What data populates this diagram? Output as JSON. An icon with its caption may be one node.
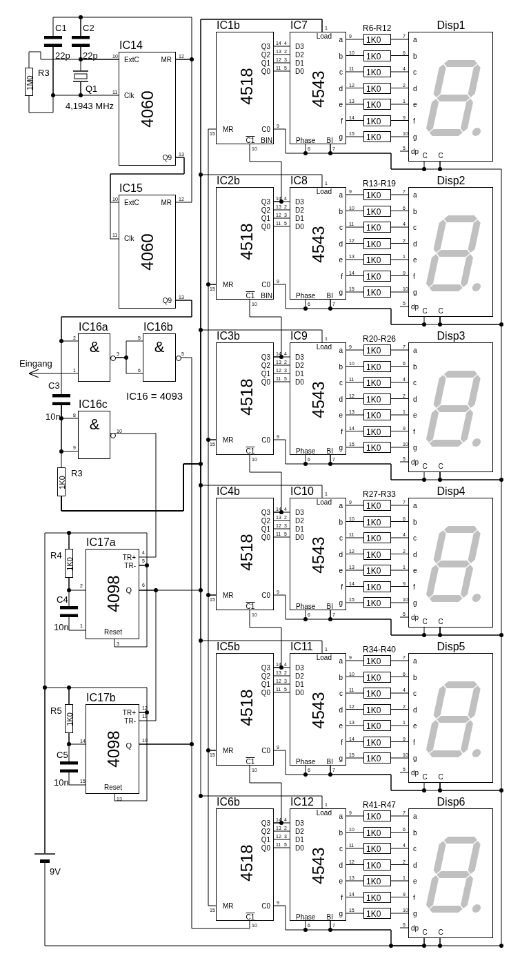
{
  "diagram": {
    "nodes": [
      {
        "text": [],
        "shape": "capacitor",
        "beside": [
          "C1",
          "22p"
        ]
      },
      {
        "text": [],
        "shape": "capacitor",
        "beside": [
          "C2",
          "22p"
        ]
      },
      {
        "text": [
          "1M0"
        ],
        "beside": [
          "R3"
        ]
      },
      {
        "text": [],
        "shape": "crystal",
        "beside": [
          "Q1",
          "4,1943 MHz"
        ]
      },
      {
        "text": [
          "IC14",
          "4060",
          "ExtC",
          "Clk",
          "MR",
          "Q9"
        ],
        "beside": [
          "10",
          "11",
          "12",
          "13"
        ]
      },
      {
        "text": [
          "IC15",
          "4060",
          "ExtC",
          "Clk",
          "MR",
          "Q9"
        ],
        "beside": [
          "10",
          "11",
          "12",
          "13"
        ]
      },
      {
        "text": [
          "IC16a",
          "&"
        ],
        "beside": [
          "2",
          "1",
          "3"
        ]
      },
      {
        "text": [
          "IC16b",
          "&"
        ],
        "beside": [
          "5",
          "6",
          "5"
        ]
      },
      {
        "text": [
          "Eingang"
        ]
      },
      {
        "text": [],
        "shape": "capacitor",
        "beside": [
          "C3",
          "10n"
        ]
      },
      {
        "text": [
          "IC16c",
          "&"
        ],
        "beside": [
          "8",
          "9",
          "10"
        ]
      },
      {
        "text": [
          "1K0"
        ],
        "beside": [
          "R3"
        ]
      },
      {
        "text": [
          "1K0"
        ],
        "beside": [
          "R4"
        ]
      },
      {
        "text": [
          "IC17a",
          "4098",
          "TR+",
          "TR-",
          "Q",
          "Reset"
        ],
        "beside": [
          "4",
          "5",
          "6",
          "2",
          "1",
          "3"
        ]
      },
      {
        "text": [],
        "shape": "capacitor",
        "beside": [
          "C4",
          "10n"
        ]
      },
      {
        "text": [
          "1K0"
        ],
        "beside": [
          "R5"
        ]
      },
      {
        "text": [
          "IC17b",
          "4098",
          "TR+",
          "TR-",
          "Q",
          "Reset"
        ],
        "beside": [
          "12",
          "11",
          "10",
          "14",
          "15",
          "13"
        ]
      },
      {
        "text": [],
        "shape": "capacitor",
        "beside": [
          "C5",
          "10n"
        ]
      },
      {
        "text": [],
        "shape": "battery",
        "beside": [
          "9V"
        ]
      },
      {
        "text": [
          "IC1b",
          "4518",
          "Q3",
          "Q2",
          "Q1",
          "Q0",
          "MR",
          "C0",
          "C1",
          "BIN"
        ],
        "beside": [
          "14",
          "13",
          "12",
          "11",
          "15",
          "9",
          "10"
        ]
      },
      {
        "text": [
          "IC7",
          "4543",
          "Load",
          "D3",
          "D2",
          "D1",
          "D0",
          "Phase",
          "BI",
          "a",
          "b",
          "c",
          "d",
          "e",
          "f",
          "g"
        ],
        "beside": [
          "1",
          "4",
          "2",
          "3",
          "5",
          "6",
          "7",
          "9",
          "10",
          "11",
          "12",
          "13",
          "14",
          "15"
        ]
      },
      {
        "text": [
          "1K0"
        ],
        "beside": [
          "R6-R12"
        ]
      },
      {
        "text": [
          "1K0"
        ]
      },
      {
        "text": [
          "1K0"
        ]
      },
      {
        "text": [
          "1K0"
        ]
      },
      {
        "text": [
          "1K0"
        ]
      },
      {
        "text": [
          "1K0"
        ]
      },
      {
        "text": [
          "1K0"
        ]
      },
      {
        "text": [
          "Disp1",
          "a",
          "b",
          "c",
          "d",
          "e",
          "f",
          "g",
          "dp",
          "C",
          "C"
        ],
        "beside": [
          "7",
          "6",
          "4",
          "2",
          "1",
          "9",
          "10",
          "5"
        ]
      },
      {
        "text": [
          "IC2b",
          "4518",
          "Q3",
          "Q2",
          "Q1",
          "Q0",
          "MR",
          "C0",
          "C1",
          "BIN"
        ],
        "beside": [
          "14",
          "13",
          "12",
          "11",
          "15",
          "9",
          "10"
        ]
      },
      {
        "text": [
          "IC8",
          "4543",
          "Load",
          "D3",
          "D2",
          "D1",
          "D0",
          "Phase",
          "BI",
          "a",
          "b",
          "c",
          "d",
          "e",
          "f",
          "g"
        ],
        "beside": [
          "1",
          "4",
          "2",
          "3",
          "5",
          "6",
          "7",
          "9",
          "10",
          "11",
          "12",
          "13",
          "14",
          "15"
        ]
      },
      {
        "text": [
          "1K0"
        ],
        "beside": [
          "R13-R19"
        ]
      },
      {
        "text": [
          "1K0"
        ]
      },
      {
        "text": [
          "1K0"
        ]
      },
      {
        "text": [
          "1K0"
        ]
      },
      {
        "text": [
          "1K0"
        ]
      },
      {
        "text": [
          "1K0"
        ]
      },
      {
        "text": [
          "1K0"
        ]
      },
      {
        "text": [
          "Disp2",
          "a",
          "b",
          "c",
          "d",
          "e",
          "f",
          "g",
          "dp",
          "C",
          "C"
        ],
        "beside": [
          "7",
          "6",
          "4",
          "2",
          "1",
          "9",
          "10",
          "5"
        ]
      },
      {
        "text": [
          "IC3b",
          "4518",
          "Q3",
          "Q2",
          "Q1",
          "Q0",
          "MR",
          "C0",
          "C1"
        ],
        "beside": [
          "14",
          "13",
          "12",
          "11",
          "15",
          "9",
          "10"
        ]
      },
      {
        "text": [
          "IC9",
          "4543",
          "Load",
          "D3",
          "D2",
          "D1",
          "D0",
          "Phase",
          "BI",
          "a",
          "b",
          "c",
          "d",
          "e",
          "f",
          "g"
        ],
        "beside": [
          "1",
          "4",
          "2",
          "3",
          "5",
          "6",
          "7",
          "9",
          "10",
          "11",
          "12",
          "13",
          "14",
          "15"
        ]
      },
      {
        "text": [
          "1K0"
        ],
        "beside": [
          "R20-R26"
        ]
      },
      {
        "text": [
          "1K0"
        ]
      },
      {
        "text": [
          "1K0"
        ]
      },
      {
        "text": [
          "1K0"
        ]
      },
      {
        "text": [
          "1K0"
        ]
      },
      {
        "text": [
          "1K0"
        ]
      },
      {
        "text": [
          "1K0"
        ]
      },
      {
        "text": [
          "Disp3",
          "a",
          "b",
          "c",
          "d",
          "e",
          "f",
          "g",
          "dp",
          "C",
          "C"
        ],
        "beside": [
          "7",
          "6",
          "4",
          "2",
          "1",
          "9",
          "10",
          "5"
        ]
      },
      {
        "text": [
          "IC4b",
          "4518",
          "Q3",
          "Q2",
          "Q1",
          "Q0",
          "MR",
          "C0",
          "C1"
        ],
        "beside": [
          "14",
          "13",
          "12",
          "11",
          "15",
          "9",
          "10"
        ]
      },
      {
        "text": [
          "IC10",
          "4543",
          "Load",
          "D3",
          "D2",
          "D1",
          "D0",
          "Phase",
          "BI",
          "a",
          "b",
          "c",
          "d",
          "e",
          "f",
          "g"
        ],
        "beside": [
          "1",
          "4",
          "2",
          "3",
          "5",
          "6",
          "7",
          "9",
          "10",
          "11",
          "12",
          "13",
          "14",
          "15"
        ]
      },
      {
        "text": [
          "1K0"
        ],
        "beside": [
          "R27-R33"
        ]
      },
      {
        "text": [
          "1K0"
        ]
      },
      {
        "text": [
          "1K0"
        ]
      },
      {
        "text": [
          "1K0"
        ]
      },
      {
        "text": [
          "1K0"
        ]
      },
      {
        "text": [
          "1K0"
        ]
      },
      {
        "text": [
          "1K0"
        ]
      },
      {
        "text": [
          "Disp4",
          "a",
          "b",
          "c",
          "d",
          "e",
          "f",
          "g",
          "dp",
          "C",
          "C"
        ],
        "beside": [
          "7",
          "6",
          "4",
          "2",
          "1",
          "9",
          "10",
          "5"
        ]
      },
      {
        "text": [
          "IC5b",
          "4518",
          "Q3",
          "Q2",
          "Q1",
          "Q0",
          "MR",
          "C0",
          "C1"
        ],
        "beside": [
          "14",
          "13",
          "12",
          "11",
          "15",
          "9",
          "10"
        ]
      },
      {
        "text": [
          "IC11",
          "4543",
          "Load",
          "D3",
          "D2",
          "D1",
          "D0",
          "Phase",
          "BI",
          "a",
          "b",
          "c",
          "d",
          "e",
          "f",
          "g"
        ],
        "beside": [
          "1",
          "4",
          "2",
          "3",
          "5",
          "6",
          "7",
          "9",
          "10",
          "11",
          "12",
          "13",
          "14",
          "15"
        ]
      },
      {
        "text": [
          "1K0"
        ],
        "beside": [
          "R34-R40"
        ]
      },
      {
        "text": [
          "1K0"
        ]
      },
      {
        "text": [
          "1K0"
        ]
      },
      {
        "text": [
          "1K0"
        ]
      },
      {
        "text": [
          "1K0"
        ]
      },
      {
        "text": [
          "1K0"
        ]
      },
      {
        "text": [
          "1K0"
        ]
      },
      {
        "text": [
          "Disp5",
          "a",
          "b",
          "c",
          "d",
          "e",
          "f",
          "g",
          "dp",
          "C",
          "C"
        ],
        "beside": [
          "7",
          "6",
          "4",
          "2",
          "1",
          "9",
          "10",
          "5"
        ]
      },
      {
        "text": [
          "IC6b",
          "4518",
          "Q3",
          "Q2",
          "Q1",
          "Q0",
          "MR",
          "C0",
          "C1"
        ],
        "beside": [
          "14",
          "13",
          "12",
          "11",
          "15",
          "9",
          "10"
        ]
      },
      {
        "text": [
          "IC12",
          "4543",
          "Load",
          "D3",
          "D2",
          "D1",
          "D0",
          "Phase",
          "BI",
          "a",
          "b",
          "c",
          "d",
          "e",
          "f",
          "g"
        ],
        "beside": [
          "1",
          "4",
          "2",
          "3",
          "5",
          "6",
          "7",
          "9",
          "10",
          "11",
          "12",
          "13",
          "14",
          "15"
        ]
      },
      {
        "text": [
          "1K0"
        ],
        "beside": [
          "R41-R47"
        ]
      },
      {
        "text": [
          "1K0"
        ]
      },
      {
        "text": [
          "1K0"
        ]
      },
      {
        "text": [
          "1K0"
        ]
      },
      {
        "text": [
          "1K0"
        ]
      },
      {
        "text": [
          "1K0"
        ]
      },
      {
        "text": [
          "1K0"
        ]
      },
      {
        "text": [
          "Disp6",
          "a",
          "b",
          "c",
          "d",
          "e",
          "f",
          "g",
          "dp",
          "C",
          "C"
        ],
        "beside": [
          "7",
          "6",
          "4",
          "2",
          "1",
          "9",
          "10",
          "5"
        ]
      }
    ],
    "edges": [
      {
        "from": 0,
        "to": 1,
        "arrow": "none"
      },
      {
        "from": 1,
        "to": 3,
        "arrow": "none"
      },
      {
        "from": 1,
        "to": 4,
        "arrow": "none"
      },
      {
        "from": 2,
        "to": 4,
        "arrow": "none"
      },
      {
        "from": 0,
        "to": 3,
        "arrow": "none"
      },
      {
        "from": 3,
        "to": 4,
        "arrow": "none"
      },
      {
        "from": 2,
        "to": 0,
        "arrow": "none"
      },
      {
        "from": 1,
        "to": 4,
        "arrow": "none"
      },
      {
        "from": 4,
        "to": 5,
        "arrow": "none"
      },
      {
        "from": 4,
        "to": 5,
        "arrow": "none"
      },
      {
        "from": 4,
        "to": 5,
        "arrow": "none"
      },
      {
        "from": 5,
        "to": 6,
        "arrow": "none"
      },
      {
        "from": 5,
        "to": 9,
        "arrow": "none"
      },
      {
        "from": 6,
        "to": 7,
        "arrow": "none"
      },
      {
        "from": 6,
        "to": 7,
        "arrow": "none"
      },
      {
        "from": 6,
        "to": 8,
        "arrow": "to"
      },
      {
        "from": 9,
        "to": 10,
        "arrow": "none"
      },
      {
        "from": 9,
        "to": 10,
        "arrow": "none"
      },
      {
        "from": 9,
        "to": 11,
        "arrow": "none"
      },
      {
        "from": 10,
        "to": 13,
        "arrow": "none"
      },
      {
        "from": 7,
        "to": 16,
        "arrow": "none"
      },
      {
        "from": 12,
        "to": 13,
        "arrow": "none"
      },
      {
        "from": 12,
        "to": 14,
        "arrow": "none"
      },
      {
        "from": 14,
        "to": 13,
        "arrow": "none"
      },
      {
        "from": 13,
        "to": 16,
        "arrow": "none"
      },
      {
        "from": 15,
        "to": 16,
        "arrow": "none"
      },
      {
        "from": 15,
        "to": 17,
        "arrow": "none"
      },
      {
        "from": 17,
        "to": 16,
        "arrow": "none"
      },
      {
        "from": 18,
        "to": 12,
        "arrow": "none"
      },
      {
        "from": 18,
        "to": 15,
        "arrow": "none"
      },
      {
        "from": 16,
        "to": 69,
        "arrow": "none"
      },
      {
        "from": 19,
        "to": 20,
        "arrow": "none"
      },
      {
        "from": 19,
        "to": 20,
        "arrow": "none"
      },
      {
        "from": 19,
        "to": 20,
        "arrow": "none"
      },
      {
        "from": 19,
        "to": 20,
        "arrow": "none"
      },
      {
        "from": 20,
        "to": 21,
        "arrow": "none"
      },
      {
        "from": 20,
        "to": 22,
        "arrow": "none"
      },
      {
        "from": 20,
        "to": 23,
        "arrow": "none"
      },
      {
        "from": 20,
        "to": 24,
        "arrow": "none"
      },
      {
        "from": 20,
        "to": 25,
        "arrow": "none"
      },
      {
        "from": 20,
        "to": 26,
        "arrow": "none"
      },
      {
        "from": 20,
        "to": 27,
        "arrow": "none"
      },
      {
        "from": 21,
        "to": 28,
        "arrow": "none"
      },
      {
        "from": 22,
        "to": 28,
        "arrow": "none"
      },
      {
        "from": 23,
        "to": 28,
        "arrow": "none"
      },
      {
        "from": 24,
        "to": 28,
        "arrow": "none"
      },
      {
        "from": 25,
        "to": 28,
        "arrow": "none"
      },
      {
        "from": 26,
        "to": 28,
        "arrow": "none"
      },
      {
        "from": 27,
        "to": 28,
        "arrow": "none"
      },
      {
        "from": 19,
        "to": 20,
        "arrow": "none"
      },
      {
        "from": 20,
        "to": 28,
        "arrow": "none"
      },
      {
        "from": 29,
        "to": 30,
        "arrow": "none"
      },
      {
        "from": 29,
        "to": 30,
        "arrow": "none"
      },
      {
        "from": 29,
        "to": 30,
        "arrow": "none"
      },
      {
        "from": 29,
        "to": 30,
        "arrow": "none"
      },
      {
        "from": 30,
        "to": 31,
        "arrow": "none"
      },
      {
        "from": 30,
        "to": 32,
        "arrow": "none"
      },
      {
        "from": 30,
        "to": 33,
        "arrow": "none"
      },
      {
        "from": 30,
        "to": 34,
        "arrow": "none"
      },
      {
        "from": 30,
        "to": 35,
        "arrow": "none"
      },
      {
        "from": 30,
        "to": 36,
        "arrow": "none"
      },
      {
        "from": 30,
        "to": 37,
        "arrow": "none"
      },
      {
        "from": 31,
        "to": 38,
        "arrow": "none"
      },
      {
        "from": 32,
        "to": 38,
        "arrow": "none"
      },
      {
        "from": 33,
        "to": 38,
        "arrow": "none"
      },
      {
        "from": 34,
        "to": 38,
        "arrow": "none"
      },
      {
        "from": 35,
        "to": 38,
        "arrow": "none"
      },
      {
        "from": 36,
        "to": 38,
        "arrow": "none"
      },
      {
        "from": 37,
        "to": 38,
        "arrow": "none"
      },
      {
        "from": 29,
        "to": 30,
        "arrow": "none"
      },
      {
        "from": 30,
        "to": 38,
        "arrow": "none"
      },
      {
        "from": 39,
        "to": 40,
        "arrow": "none"
      },
      {
        "from": 39,
        "to": 40,
        "arrow": "none"
      },
      {
        "from": 39,
        "to": 40,
        "arrow": "none"
      },
      {
        "from": 39,
        "to": 40,
        "arrow": "none"
      },
      {
        "from": 40,
        "to": 41,
        "arrow": "none"
      },
      {
        "from": 40,
        "to": 42,
        "arrow": "none"
      },
      {
        "from": 40,
        "to": 43,
        "arrow": "none"
      },
      {
        "from": 40,
        "to": 44,
        "arrow": "none"
      },
      {
        "from": 40,
        "to": 45,
        "arrow": "none"
      },
      {
        "from": 40,
        "to": 46,
        "arrow": "none"
      },
      {
        "from": 40,
        "to": 47,
        "arrow": "none"
      },
      {
        "from": 41,
        "to": 48,
        "arrow": "none"
      },
      {
        "from": 42,
        "to": 48,
        "arrow": "none"
      },
      {
        "from": 43,
        "to": 48,
        "arrow": "none"
      },
      {
        "from": 44,
        "to": 48,
        "arrow": "none"
      },
      {
        "from": 45,
        "to": 48,
        "arrow": "none"
      },
      {
        "from": 46,
        "to": 48,
        "arrow": "none"
      },
      {
        "from": 47,
        "to": 48,
        "arrow": "none"
      },
      {
        "from": 39,
        "to": 40,
        "arrow": "none"
      },
      {
        "from": 40,
        "to": 48,
        "arrow": "none"
      },
      {
        "from": 49,
        "to": 50,
        "arrow": "none"
      },
      {
        "from": 49,
        "to": 50,
        "arrow": "none"
      },
      {
        "from": 49,
        "to": 50,
        "arrow": "none"
      },
      {
        "from": 49,
        "to": 50,
        "arrow": "none"
      },
      {
        "from": 50,
        "to": 51,
        "arrow": "none"
      },
      {
        "from": 50,
        "to": 52,
        "arrow": "none"
      },
      {
        "from": 50,
        "to": 53,
        "arrow": "none"
      },
      {
        "from": 50,
        "to": 54,
        "arrow": "none"
      },
      {
        "from": 50,
        "to": 55,
        "arrow": "none"
      },
      {
        "from": 50,
        "to": 56,
        "arrow": "none"
      },
      {
        "from": 50,
        "to": 57,
        "arrow": "none"
      },
      {
        "from": 51,
        "to": 58,
        "arrow": "none"
      },
      {
        "from": 52,
        "to": 58,
        "arrow": "none"
      },
      {
        "from": 53,
        "to": 58,
        "arrow": "none"
      },
      {
        "from": 54,
        "to": 58,
        "arrow": "none"
      },
      {
        "from": 55,
        "to": 58,
        "arrow": "none"
      },
      {
        "from": 56,
        "to": 58,
        "arrow": "none"
      },
      {
        "from": 57,
        "to": 58,
        "arrow": "none"
      },
      {
        "from": 49,
        "to": 50,
        "arrow": "none"
      },
      {
        "from": 50,
        "to": 58,
        "arrow": "none"
      },
      {
        "from": 59,
        "to": 60,
        "arrow": "none"
      },
      {
        "from": 59,
        "to": 60,
        "arrow": "none"
      },
      {
        "from": 59,
        "to": 60,
        "arrow": "none"
      },
      {
        "from": 59,
        "to": 60,
        "arrow": "none"
      },
      {
        "from": 60,
        "to": 61,
        "arrow": "none"
      },
      {
        "from": 60,
        "to": 62,
        "arrow": "none"
      },
      {
        "from": 60,
        "to": 63,
        "arrow": "none"
      },
      {
        "from": 60,
        "to": 64,
        "arrow": "none"
      },
      {
        "from": 60,
        "to": 65,
        "arrow": "none"
      },
      {
        "from": 60,
        "to": 66,
        "arrow": "none"
      },
      {
        "from": 60,
        "to": 67,
        "arrow": "none"
      },
      {
        "from": 61,
        "to": 68,
        "arrow": "none"
      },
      {
        "from": 62,
        "to": 68,
        "arrow": "none"
      },
      {
        "from": 63,
        "to": 68,
        "arrow": "none"
      },
      {
        "from": 64,
        "to": 68,
        "arrow": "none"
      },
      {
        "from": 65,
        "to": 68,
        "arrow": "none"
      },
      {
        "from": 66,
        "to": 68,
        "arrow": "none"
      },
      {
        "from": 67,
        "to": 68,
        "arrow": "none"
      },
      {
        "from": 59,
        "to": 60,
        "arrow": "none"
      },
      {
        "from": 60,
        "to": 68,
        "arrow": "none"
      },
      {
        "from": 69,
        "to": 70,
        "arrow": "none"
      },
      {
        "from": 69,
        "to": 70,
        "arrow": "none"
      },
      {
        "from": 69,
        "to": 70,
        "arrow": "none"
      },
      {
        "from": 69,
        "to": 70,
        "arrow": "none"
      },
      {
        "from": 70,
        "to": 71,
        "arrow": "none"
      },
      {
        "from": 70,
        "to": 72,
        "arrow": "none"
      },
      {
        "from": 70,
        "to": 73,
        "arrow": "none"
      },
      {
        "from": 70,
        "to": 74,
        "arrow": "none"
      },
      {
        "from": 70,
        "to": 75,
        "arrow": "none"
      },
      {
        "from": 70,
        "to": 76,
        "arrow": "none"
      },
      {
        "from": 70,
        "to": 77,
        "arrow": "none"
      },
      {
        "from": 71,
        "to": 78,
        "arrow": "none"
      },
      {
        "from": 72,
        "to": 78,
        "arrow": "none"
      },
      {
        "from": 73,
        "to": 78,
        "arrow": "none"
      },
      {
        "from": 74,
        "to": 78,
        "arrow": "none"
      },
      {
        "from": 75,
        "to": 78,
        "arrow": "none"
      },
      {
        "from": 76,
        "to": 78,
        "arrow": "none"
      },
      {
        "from": 77,
        "to": 78,
        "arrow": "none"
      },
      {
        "from": 69,
        "to": 70,
        "arrow": "none"
      },
      {
        "from": 70,
        "to": 78,
        "arrow": "none"
      },
      {
        "from": 19,
        "to": 29,
        "arrow": "none"
      },
      {
        "from": 29,
        "to": 39,
        "arrow": "none"
      },
      {
        "from": 39,
        "to": 49,
        "arrow": "none"
      },
      {
        "from": 49,
        "to": 59,
        "arrow": "none"
      },
      {
        "from": 59,
        "to": 69,
        "arrow": "none"
      },
      {
        "from": 20,
        "to": 28,
        "arrow": "none"
      },
      {
        "from": 30,
        "to": 38,
        "arrow": "none"
      },
      {
        "from": 40,
        "to": 48,
        "arrow": "none"
      },
      {
        "from": 50,
        "to": 58,
        "arrow": "none"
      },
      {
        "from": 60,
        "to": 68,
        "arrow": "none"
      },
      {
        "from": 70,
        "to": 78,
        "arrow": "none"
      },
      {
        "from": 28,
        "to": 38,
        "arrow": "none"
      },
      {
        "from": 38,
        "to": 48,
        "arrow": "none"
      },
      {
        "from": 48,
        "to": 58,
        "arrow": "none"
      },
      {
        "from": 58,
        "to": 68,
        "arrow": "none"
      },
      {
        "from": 68,
        "to": 78,
        "arrow": "none"
      },
      {
        "from": 18,
        "to": 78,
        "arrow": "none"
      },
      {
        "from": 11,
        "to": 20,
        "arrow": "none"
      },
      {
        "from": 11,
        "to": 30,
        "arrow": "none"
      },
      {
        "from": 11,
        "to": 40,
        "arrow": "none"
      },
      {
        "from": 11,
        "to": 50,
        "arrow": "none"
      },
      {
        "from": 11,
        "to": 60,
        "arrow": "none"
      },
      {
        "from": 11,
        "to": 70,
        "arrow": "none"
      },
      {
        "from": 13,
        "to": 20,
        "arrow": "none"
      },
      {
        "from": 19,
        "to": 29,
        "arrow": "none"
      },
      {
        "from": 29,
        "to": 39,
        "arrow": "none"
      },
      {
        "from": 39,
        "to": 49,
        "arrow": "none"
      },
      {
        "from": 49,
        "to": 59,
        "arrow": "none"
      },
      {
        "from": 59,
        "to": 69,
        "arrow": "none"
      },
      {
        "from": 12,
        "to": 13,
        "arrow": "none"
      },
      {
        "from": 13,
        "to": 13,
        "arrow": "none"
      },
      {
        "from": 15,
        "to": 16,
        "arrow": "none"
      },
      {
        "from": 16,
        "to": 16,
        "arrow": "none"
      }
    ],
    "labels": [
      "IC16 = 4093"
    ]
  }
}
